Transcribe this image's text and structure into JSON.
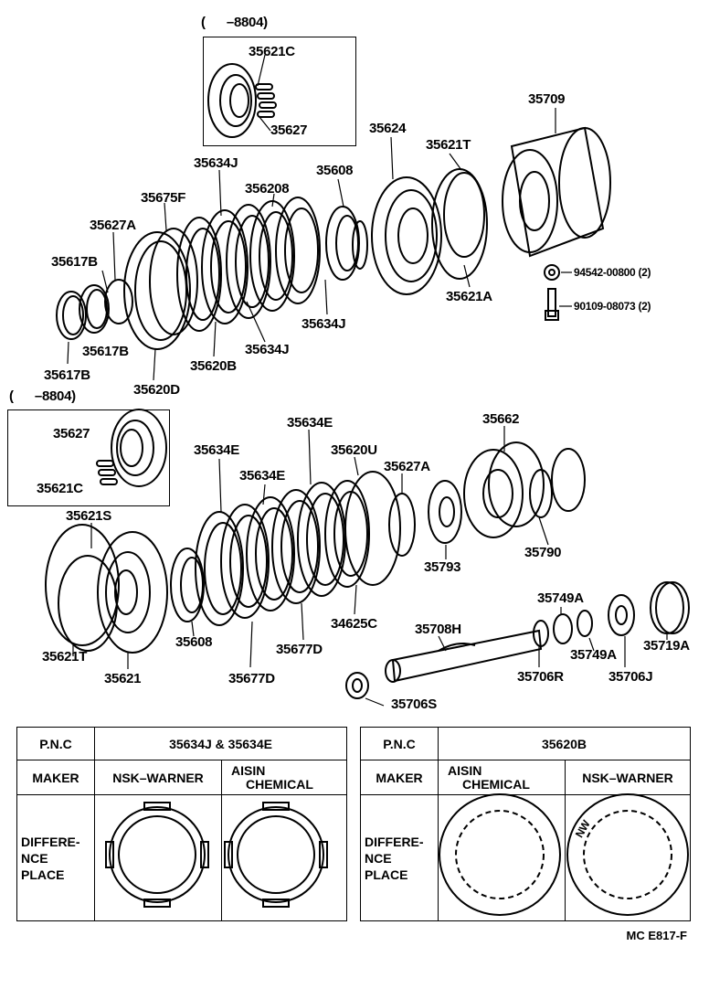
{
  "inset_top": {
    "range": "(      –8804)",
    "part_a": "35621C",
    "part_b": "35627"
  },
  "inset_mid": {
    "range": "(      –8804)",
    "part_a": "35627",
    "part_b": "35621C"
  },
  "parts_upper": {
    "p35709": "35709",
    "p35624": "35624",
    "p35621T": "35621T",
    "p35608": "35608",
    "p35634J_a": "35634J",
    "p35620B_a": "356208",
    "p35675F": "35675F",
    "p35627A": "35627A",
    "p35617B_a": "35617B",
    "p35617B_b": "35617B",
    "p35617B_c": "35617B",
    "p35620D": "35620D",
    "p35620B_b": "35620B",
    "p35634J_b": "35634J",
    "p35634J_c": "35634J",
    "p35621A": "35621A",
    "nut": "94542-00800 (2)",
    "bolt": "90109-08073 (2)"
  },
  "parts_lower": {
    "p35634E_a": "35634E",
    "p35634E_b": "35634E",
    "p35634E_c": "35634E",
    "p35620U": "35620U",
    "p35627A": "35627A",
    "p35662": "35662",
    "p35621S": "35621S",
    "p35793": "35793",
    "p35790": "35790",
    "p35749A_a": "35749A",
    "p35749A_b": "35749A",
    "p35719A": "35719A",
    "p35708H": "35708H",
    "p35706R": "35706R",
    "p35706J": "35706J",
    "p35706S": "35706S",
    "p35608": "35608",
    "p35677D_a": "35677D",
    "p35677D_b": "35677D",
    "p34625C": "34625C",
    "p35621T": "35621T",
    "p35621": "35621"
  },
  "table_left": {
    "pnc_label": "P.N.C",
    "pnc_value": "35634J  &  35634E",
    "maker_label": "MAKER",
    "maker_1": "NSK–WARNER",
    "maker_2_l1": "AISIN",
    "maker_2_l2": "CHEMICAL",
    "diff_l1": "DIFFERE-",
    "diff_l2": "NCE",
    "diff_l3": "PLACE"
  },
  "table_right": {
    "pnc_label": "P.N.C",
    "pnc_value": "35620B",
    "maker_label": "MAKER",
    "maker_1_l1": "AISIN",
    "maker_1_l2": "CHEMICAL",
    "maker_2": "NSK–WARNER",
    "diff_l1": "DIFFERE-",
    "diff_l2": "NCE",
    "diff_l3": "PLACE",
    "stamp": "NW"
  },
  "footer": "MC  E817-F"
}
